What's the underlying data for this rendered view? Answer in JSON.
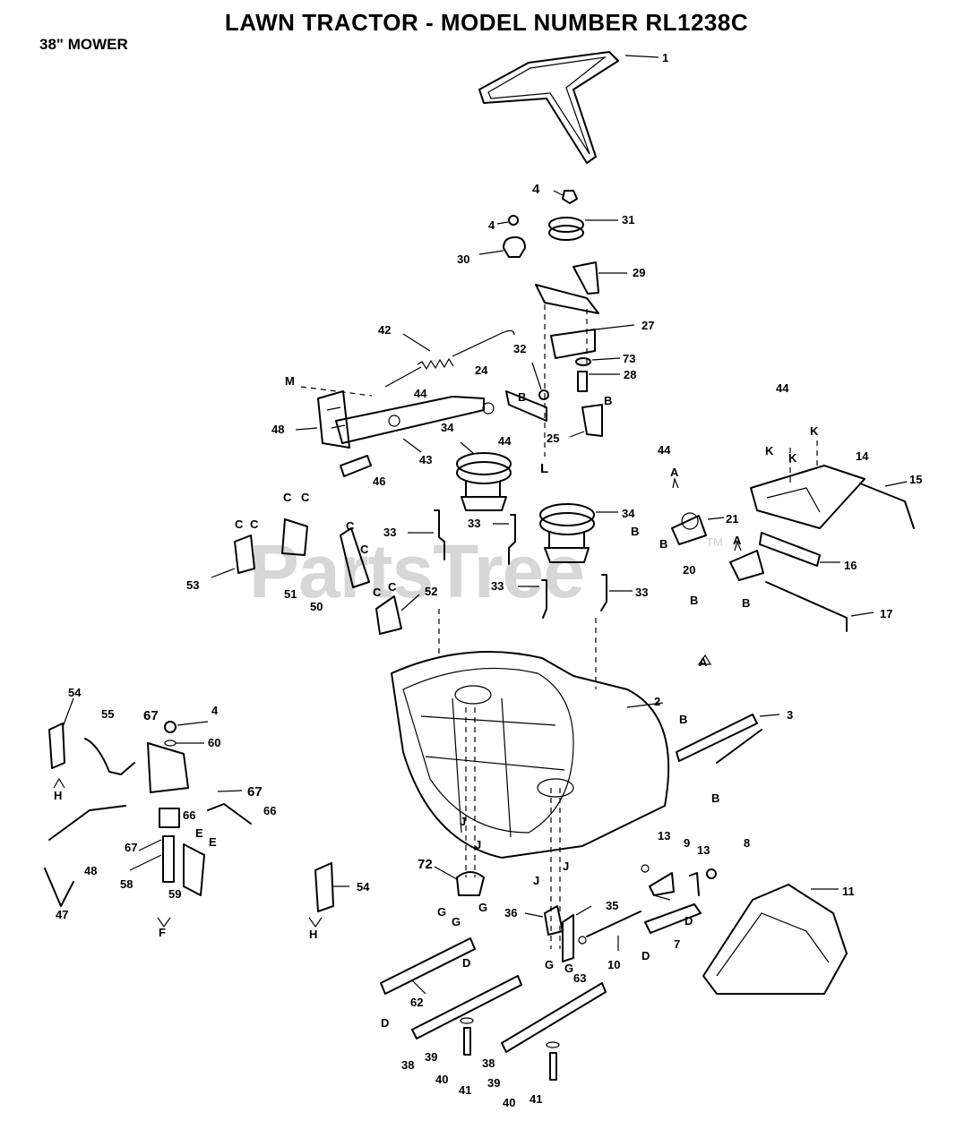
{
  "title": "LAWN TRACTOR - MODEL NUMBER RL1238C",
  "subtitle": "38\" MOWER",
  "watermark": "PartsTree",
  "watermark_tm": "TM",
  "callouts": [
    {
      "id": "c1",
      "text": "1"
    },
    {
      "id": "c4a",
      "text": "4"
    },
    {
      "id": "c4b",
      "text": "4"
    },
    {
      "id": "c31",
      "text": "31"
    },
    {
      "id": "c30",
      "text": "30"
    },
    {
      "id": "c29",
      "text": "29"
    },
    {
      "id": "c27",
      "text": "27"
    },
    {
      "id": "c42",
      "text": "42"
    },
    {
      "id": "c32",
      "text": "32"
    },
    {
      "id": "c73",
      "text": "73"
    },
    {
      "id": "c28",
      "text": "28"
    },
    {
      "id": "cM",
      "text": "M"
    },
    {
      "id": "c44a",
      "text": "44"
    },
    {
      "id": "c24",
      "text": "24"
    },
    {
      "id": "cB1",
      "text": "B"
    },
    {
      "id": "cB2",
      "text": "B"
    },
    {
      "id": "c48",
      "text": "48"
    },
    {
      "id": "c34a",
      "text": "34"
    },
    {
      "id": "c44b",
      "text": "44"
    },
    {
      "id": "c25",
      "text": "25"
    },
    {
      "id": "c43",
      "text": "43"
    },
    {
      "id": "cL",
      "text": "L"
    },
    {
      "id": "c44c",
      "text": "44"
    },
    {
      "id": "cK1",
      "text": "K"
    },
    {
      "id": "cK2",
      "text": "K"
    },
    {
      "id": "cK3",
      "text": "K"
    },
    {
      "id": "c14",
      "text": "14"
    },
    {
      "id": "c15",
      "text": "15"
    },
    {
      "id": "c46",
      "text": "46"
    },
    {
      "id": "c44d",
      "text": "44"
    },
    {
      "id": "cA1",
      "text": "A"
    },
    {
      "id": "c21",
      "text": "21"
    },
    {
      "id": "c34b",
      "text": "34"
    },
    {
      "id": "c33a",
      "text": "33"
    },
    {
      "id": "c33b",
      "text": "33"
    },
    {
      "id": "c53",
      "text": "53"
    },
    {
      "id": "c51",
      "text": "51"
    },
    {
      "id": "c50",
      "text": "50"
    },
    {
      "id": "c52",
      "text": "52"
    },
    {
      "id": "c33c",
      "text": "33"
    },
    {
      "id": "c33d",
      "text": "33"
    },
    {
      "id": "cB3",
      "text": "B"
    },
    {
      "id": "cB4",
      "text": "B"
    },
    {
      "id": "cA2",
      "text": "A"
    },
    {
      "id": "c20",
      "text": "20"
    },
    {
      "id": "c16",
      "text": "16"
    },
    {
      "id": "cB5",
      "text": "B"
    },
    {
      "id": "cB6",
      "text": "B"
    },
    {
      "id": "c17",
      "text": "17"
    },
    {
      "id": "cA3",
      "text": "A"
    },
    {
      "id": "c2",
      "text": "2"
    },
    {
      "id": "c3",
      "text": "3"
    },
    {
      "id": "cB7",
      "text": "B"
    },
    {
      "id": "cB8",
      "text": "B"
    },
    {
      "id": "c54a",
      "text": "54"
    },
    {
      "id": "c55",
      "text": "55"
    },
    {
      "id": "c67a",
      "text": "67"
    },
    {
      "id": "c4c",
      "text": "4"
    },
    {
      "id": "c60",
      "text": "60"
    },
    {
      "id": "cH1",
      "text": "H"
    },
    {
      "id": "c67b",
      "text": "67"
    },
    {
      "id": "c66a",
      "text": "66"
    },
    {
      "id": "c66b",
      "text": "66"
    },
    {
      "id": "c67c",
      "text": "67"
    },
    {
      "id": "cE1",
      "text": "E"
    },
    {
      "id": "cE2",
      "text": "E"
    },
    {
      "id": "c48b",
      "text": "48"
    },
    {
      "id": "c58",
      "text": "58"
    },
    {
      "id": "c59",
      "text": "59"
    },
    {
      "id": "c47",
      "text": "47"
    },
    {
      "id": "cF",
      "text": "F"
    },
    {
      "id": "cJ1",
      "text": "J"
    },
    {
      "id": "cJ2",
      "text": "J"
    },
    {
      "id": "cJ3",
      "text": "J"
    },
    {
      "id": "cJ4",
      "text": "J"
    },
    {
      "id": "c13a",
      "text": "13"
    },
    {
      "id": "c9",
      "text": "9"
    },
    {
      "id": "c13b",
      "text": "13"
    },
    {
      "id": "c8",
      "text": "8"
    },
    {
      "id": "c11",
      "text": "11"
    },
    {
      "id": "c72",
      "text": "72"
    },
    {
      "id": "cG1",
      "text": "G"
    },
    {
      "id": "cG2",
      "text": "G"
    },
    {
      "id": "cG3",
      "text": "G"
    },
    {
      "id": "c54b",
      "text": "54"
    },
    {
      "id": "cH2",
      "text": "H"
    },
    {
      "id": "c36",
      "text": "36"
    },
    {
      "id": "c35",
      "text": "35"
    },
    {
      "id": "cG4",
      "text": "G"
    },
    {
      "id": "cG5",
      "text": "G"
    },
    {
      "id": "cD1",
      "text": "D"
    },
    {
      "id": "cD2",
      "text": "D"
    },
    {
      "id": "c7",
      "text": "7"
    },
    {
      "id": "c10",
      "text": "10"
    },
    {
      "id": "c63",
      "text": "63"
    },
    {
      "id": "cD3",
      "text": "D"
    },
    {
      "id": "c62",
      "text": "62"
    },
    {
      "id": "cD4",
      "text": "D"
    },
    {
      "id": "c38a",
      "text": "38"
    },
    {
      "id": "c39a",
      "text": "39"
    },
    {
      "id": "c40a",
      "text": "40"
    },
    {
      "id": "c41a",
      "text": "41"
    },
    {
      "id": "c38b",
      "text": "38"
    },
    {
      "id": "c39b",
      "text": "39"
    },
    {
      "id": "c40b",
      "text": "40"
    },
    {
      "id": "c41b",
      "text": "41"
    },
    {
      "id": "cC1",
      "text": "C"
    },
    {
      "id": "cC2",
      "text": "C"
    },
    {
      "id": "cC3",
      "text": "C"
    },
    {
      "id": "cC4",
      "text": "C"
    },
    {
      "id": "cC5",
      "text": "C"
    },
    {
      "id": "cC6",
      "text": "C"
    },
    {
      "id": "cC7",
      "text": "C"
    },
    {
      "id": "cC8",
      "text": "C"
    }
  ]
}
